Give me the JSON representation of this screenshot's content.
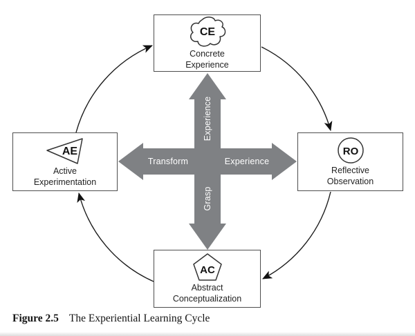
{
  "diagram": {
    "title_semantic": "Kolb Experiential Learning Cycle",
    "nodes": {
      "ce": {
        "abbr": "CE",
        "label": "Concrete\nExperience",
        "icon": "blob-icon"
      },
      "ro": {
        "abbr": "RO",
        "label": "Reflective\nObservation",
        "icon": "circle-icon"
      },
      "ac": {
        "abbr": "AC",
        "label": "Abstract\nConceptualization",
        "icon": "pentagon-icon"
      },
      "ae": {
        "abbr": "AE",
        "label": "Active\nExperimentation",
        "icon": "triangle-icon"
      }
    },
    "axes": {
      "vertical_top_label": "Experience",
      "vertical_bottom_label": "Grasp",
      "horizontal_left_label": "Transform",
      "horizontal_right_label": "Experience"
    },
    "cycle_direction": "clockwise",
    "colors": {
      "cross_fill": "#7f8184",
      "cross_text": "#ffffff",
      "box_border": "#4d4d4d",
      "arc_stroke": "#1c1c1c",
      "background": "#ffffff"
    }
  },
  "caption": {
    "figure_label": "Figure 2.5",
    "title": "The Experiential Learning Cycle"
  }
}
